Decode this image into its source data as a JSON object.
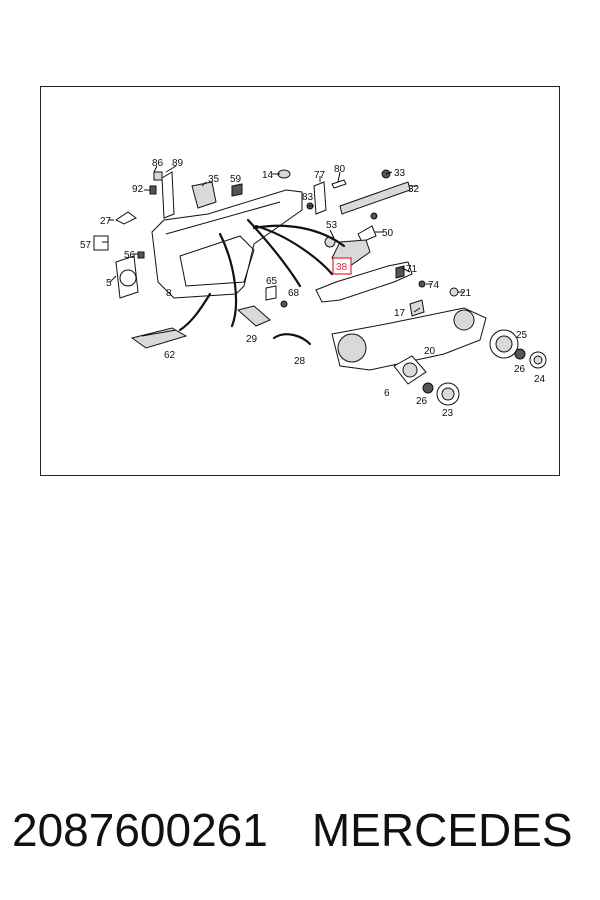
{
  "diagram": {
    "callouts": [
      "86",
      "89",
      "92",
      "35",
      "59",
      "14",
      "77",
      "80",
      "33",
      "27",
      "83",
      "32",
      "53",
      "50",
      "57",
      "56",
      "38",
      "71",
      "5",
      "8",
      "65",
      "74",
      "68",
      "21",
      "17",
      "29",
      "62",
      "25",
      "28",
      "20",
      "26",
      "24",
      "6",
      "26",
      "23"
    ],
    "highlighted_callout": "38",
    "highlight_color": "#e0283c"
  },
  "caption": {
    "part_number": "2087600261",
    "brand": "MERCEDES"
  }
}
